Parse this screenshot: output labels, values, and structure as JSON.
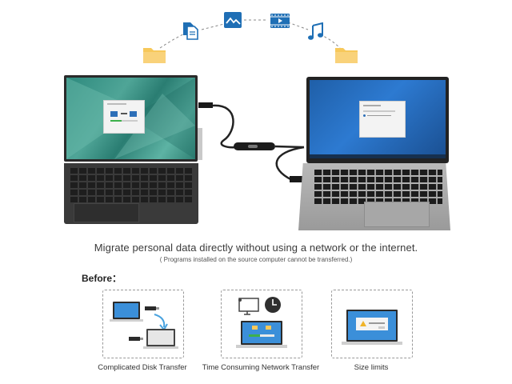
{
  "top_icons": [
    {
      "name": "folder-left-icon"
    },
    {
      "name": "documents-icon"
    },
    {
      "name": "image-icon"
    },
    {
      "name": "video-icon"
    },
    {
      "name": "music-icon"
    },
    {
      "name": "folder-right-icon"
    }
  ],
  "headline": "Migrate personal data directly without using a network or the internet.",
  "subnote": "( Programs installed on the source computer cannot be transferred.)",
  "before_label": "Before：",
  "cards": [
    {
      "caption": "Complicated Disk Transfer"
    },
    {
      "caption": "Time Consuming Network Transfer"
    },
    {
      "caption": "Size limits"
    }
  ],
  "colors": {
    "icon_blue": "#1f6fb5",
    "folder_yellow": "#f7c85a",
    "left_screen_teal": "#3b9a8c",
    "right_screen_blue": "#2d7ad1"
  }
}
